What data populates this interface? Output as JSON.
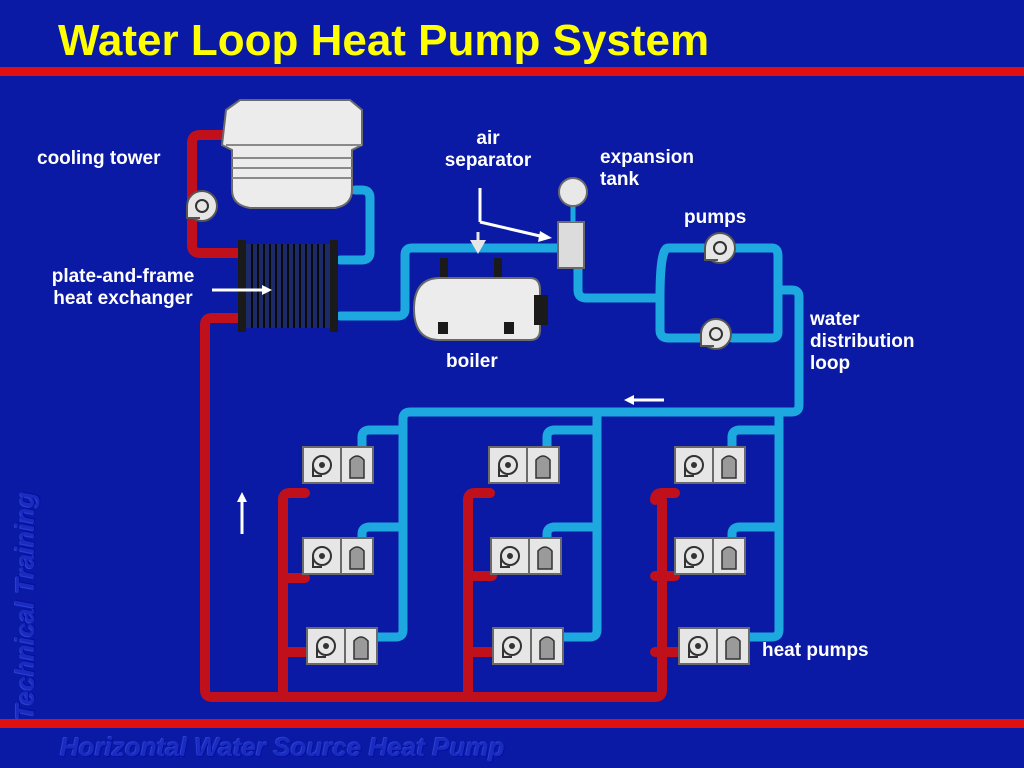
{
  "slide": {
    "title": "Water Loop Heat Pump System",
    "footer": "Horizontal Water Source Heat Pump",
    "side_text": "Technical Training"
  },
  "labels": {
    "cooling_tower": "cooling tower",
    "air_separator": [
      "air",
      "separator"
    ],
    "expansion_tank": [
      "expansion",
      "tank"
    ],
    "pumps": "pumps",
    "plate_exchanger": [
      "plate-and-frame",
      "heat exchanger"
    ],
    "water_loop": [
      "water",
      "distribution",
      "loop"
    ],
    "boiler": "boiler",
    "heat_pumps": "heat pumps"
  },
  "colors": {
    "background": "#0a1aa4",
    "title": "#ffff00",
    "rule": "#e01010",
    "pipe_hot": "#c0101c",
    "pipe_cold": "#1ea8e0",
    "equipment": "#e8e8e8"
  },
  "icons": [
    "fan-icon",
    "compressor-icon",
    "pump-icon",
    "arrow-icon"
  ]
}
